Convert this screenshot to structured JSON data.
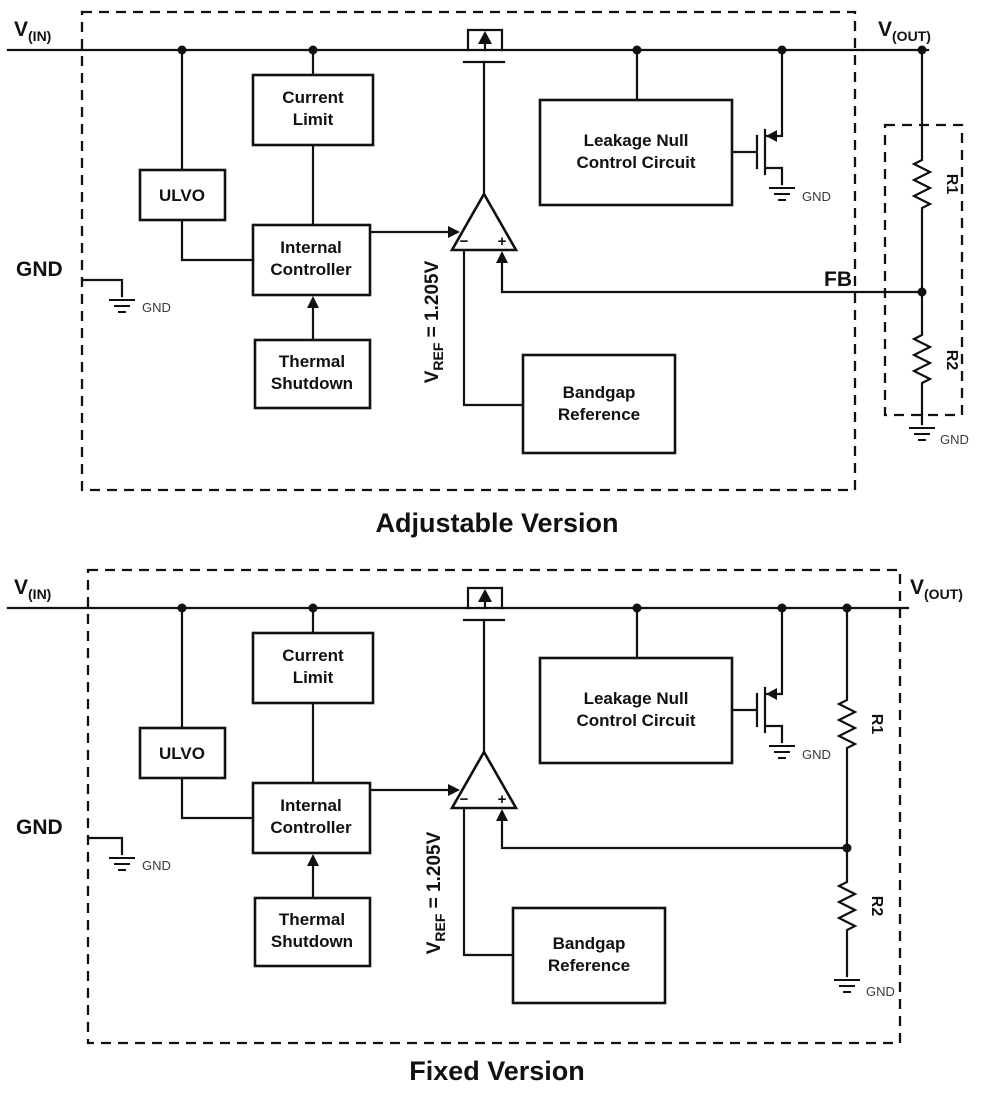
{
  "page": {
    "background": "#ffffff",
    "line_color": "#111111"
  },
  "shared": {
    "vin_main": "V",
    "vin_sub": "(IN)",
    "vout_main": "V",
    "vout_sub": "(OUT)",
    "gnd_label": "GND",
    "gnd_small": "GND",
    "vref_main": "V",
    "vref_sub": "REF",
    "vref_rest": " = 1.205V",
    "r1": "R1",
    "r2": "R2",
    "opamp_minus": "−",
    "opamp_plus": "+",
    "blocks": {
      "current_limit_1": "Current",
      "current_limit_2": "Limit",
      "ulvo": "ULVO",
      "internal_controller_1": "Internal",
      "internal_controller_2": "Controller",
      "thermal_shutdown_1": "Thermal",
      "thermal_shutdown_2": "Shutdown",
      "bandgap_1": "Bandgap",
      "bandgap_2": "Reference",
      "leakage_1": "Leakage Null",
      "leakage_2": "Control Circuit"
    }
  },
  "adjustable": {
    "title": "Adjustable Version",
    "fb_label": "FB"
  },
  "fixed": {
    "title": "Fixed Version"
  }
}
